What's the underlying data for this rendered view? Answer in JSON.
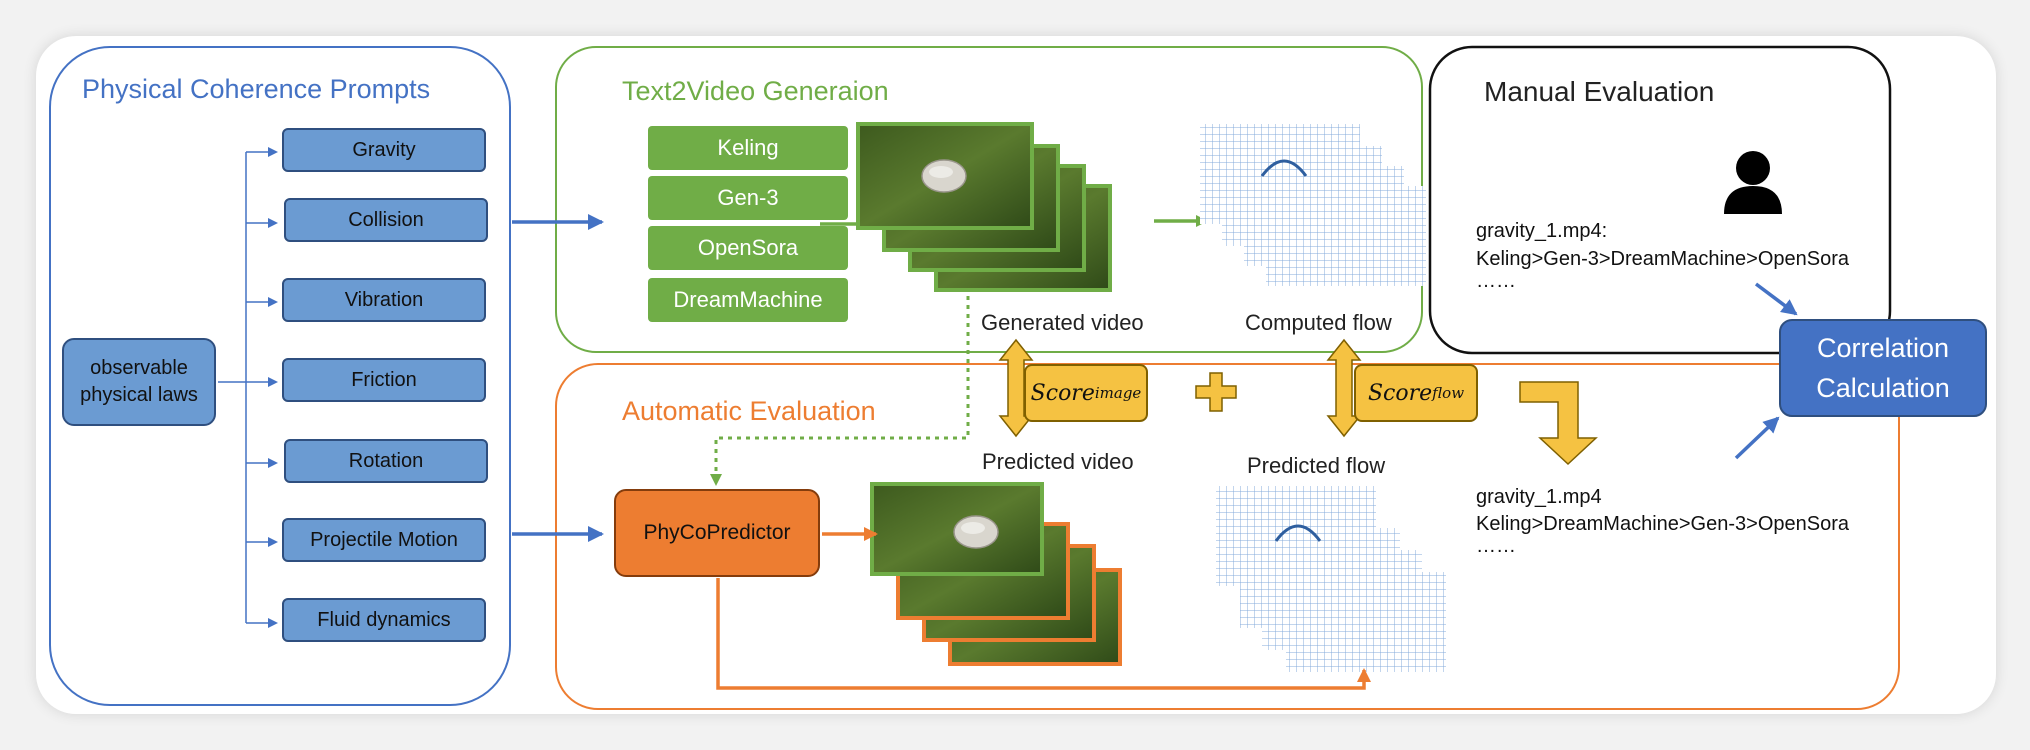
{
  "sections": {
    "prompts_title": "Physical Coherence Prompts",
    "t2v_title": "Text2Video Generaion",
    "auto_title": "Automatic Evaluation",
    "manual_title": "Manual Evaluation"
  },
  "root_box": "observable physical laws",
  "laws": [
    "Gravity",
    "Collision",
    "Vibration",
    "Friction",
    "Rotation",
    "Projectile Motion",
    "Fluid dynamics"
  ],
  "models": [
    "Keling",
    "Gen-3",
    "OpenSora",
    "DreamMachine"
  ],
  "predictor": "PhyCoPredictor",
  "captions": {
    "generated_video": "Generated video",
    "computed_flow": "Computed flow",
    "predicted_video": "Predicted video",
    "predicted_flow": "Predicted flow"
  },
  "scores": {
    "image_base": "Score",
    "image_sub": "image",
    "flow_base": "Score",
    "flow_sub": "flow"
  },
  "manual_ranking": {
    "file": "gravity_1.mp4:",
    "order": "Keling>Gen-3>DreamMachine>OpenSora",
    "more": "……"
  },
  "auto_ranking": {
    "file": "gravity_1.mp4",
    "order": "Keling>DreamMachine>Gen-3>OpenSora",
    "more": "……"
  },
  "correlation": "Correlation Calculation",
  "colors": {
    "blue": "#4472C4",
    "green": "#70AD47",
    "orange": "#ED7D31",
    "yellow": "#F5C242",
    "law_fill": "#6B9BD2",
    "correlation_fill": "#4472C4"
  },
  "icons": [
    "person-icon",
    "plus-icon",
    "turn-down-arrow-icon"
  ]
}
